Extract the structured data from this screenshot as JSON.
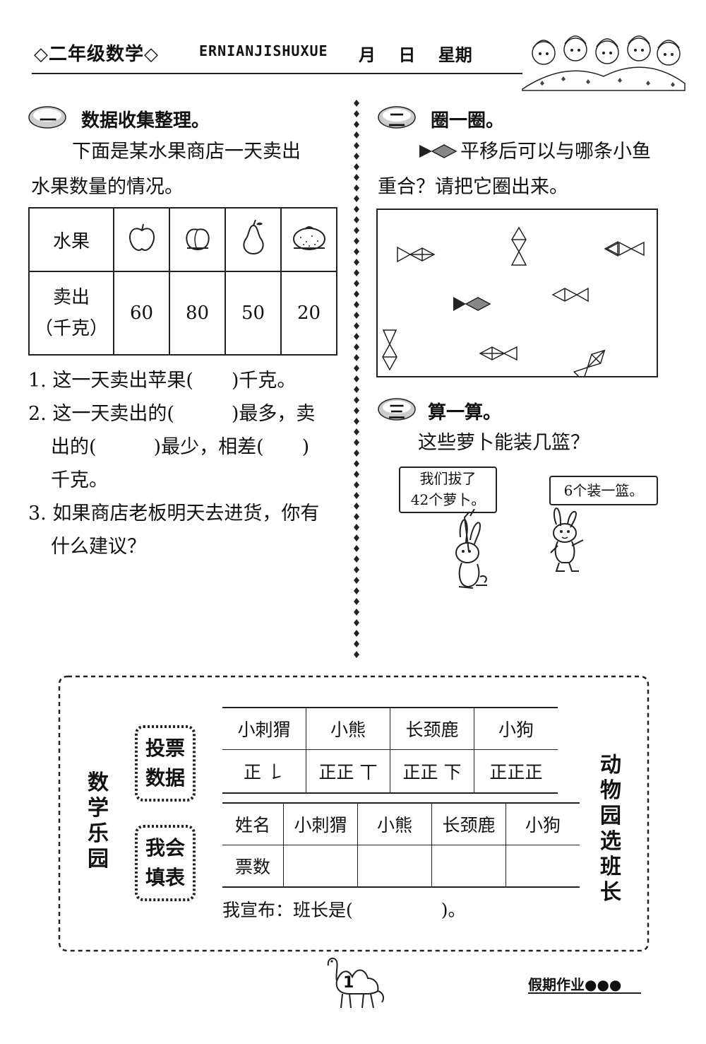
{
  "header": {
    "title": "◇二年级数学◇",
    "pinyin": "ERNIANJISHUXUE",
    "date": "月 日 星期"
  },
  "section1": {
    "badge": "一",
    "title": "数据收集整理。",
    "intro_line1": "下面是某水果商店一天卖出",
    "intro_line2": "水果数量的情况。",
    "table": {
      "row1_header": "水果",
      "row2_header_line1": "卖出",
      "row2_header_line2": "（千克）",
      "fruit_icons": [
        "apple-icon",
        "peach-icon",
        "pear-icon",
        "orange-icon"
      ],
      "values": [
        "60",
        "80",
        "50",
        "20"
      ]
    },
    "q1": "1. 这一天卖出苹果(　　)千克。",
    "q2_line1": "2. 这一天卖出的(　　　)最多，卖",
    "q2_line2": "出的(　　　)最少，相差(　　)",
    "q2_line3": "千克。",
    "q3_line1": "3. 如果商店老板明天去进货，你有",
    "q3_line2": "什么建议？"
  },
  "section2": {
    "badge": "二",
    "title": "圈一圈。",
    "text_line1": "平移后可以与哪条小鱼",
    "text_line2": "重合？请把它圈出来。"
  },
  "section3": {
    "badge": "三",
    "title": "算一算。",
    "question": "这些萝卜能装几篮？",
    "bubble1_line1": "我们拔了",
    "bubble1_line2": "42个萝卜。",
    "bubble2": "6个装一篮。"
  },
  "garden": {
    "left_title": "数学乐园",
    "right_title": "动物园选班长",
    "tag1_line1": "投票",
    "tag1_line2": "数据",
    "tag2_line1": "我会",
    "tag2_line2": "填表",
    "vote_names": [
      "小刺猬",
      "小熊",
      "长颈鹿",
      "小狗"
    ],
    "vote_tallies": [
      "正 𠄌",
      "正正 丅",
      "正正 下",
      "正正正"
    ],
    "fill_headers": [
      "姓名",
      "小刺猬",
      "小熊",
      "长颈鹿",
      "小狗"
    ],
    "fill_row2_label": "票数",
    "announce": "我宣布：班长是(　　　　　)。"
  },
  "footer": {
    "page_number": "1",
    "right_text": "假期作业●●●"
  }
}
